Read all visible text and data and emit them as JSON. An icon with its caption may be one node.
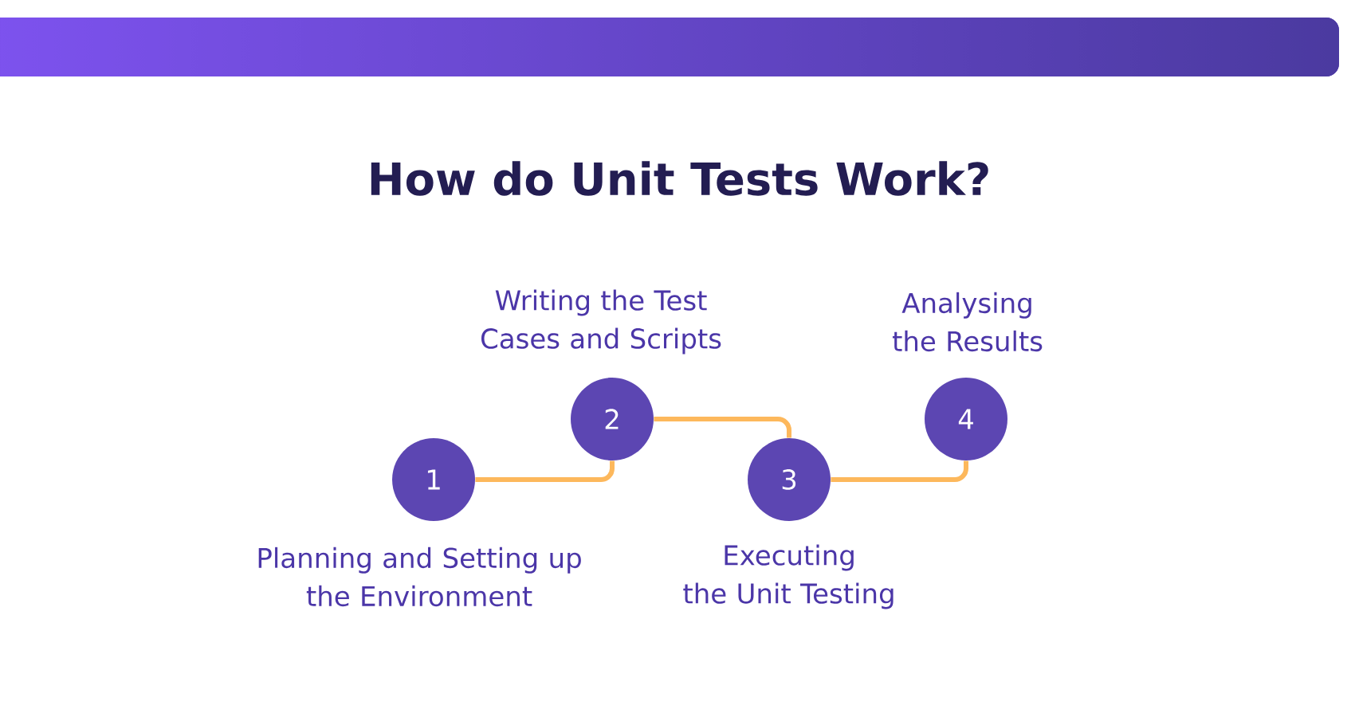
{
  "diagram": {
    "title": "How do Unit Tests Work?",
    "nodes": [
      {
        "text": [
          "1"
        ],
        "beside": [
          "Planning and Setting up the Environment"
        ]
      },
      {
        "text": [
          "2"
        ],
        "beside": [
          "Writing the Test Cases and Scripts"
        ]
      },
      {
        "text": [
          "3"
        ],
        "beside": [
          "Executing the Unit Testing"
        ]
      },
      {
        "text": [
          "4"
        ],
        "beside": [
          "Analysing the Results"
        ]
      }
    ],
    "edges": [
      {
        "from": 0,
        "to": 1,
        "arrow": "none"
      },
      {
        "from": 1,
        "to": 2,
        "arrow": "none"
      },
      {
        "from": 2,
        "to": 3,
        "arrow": "none"
      }
    ]
  }
}
